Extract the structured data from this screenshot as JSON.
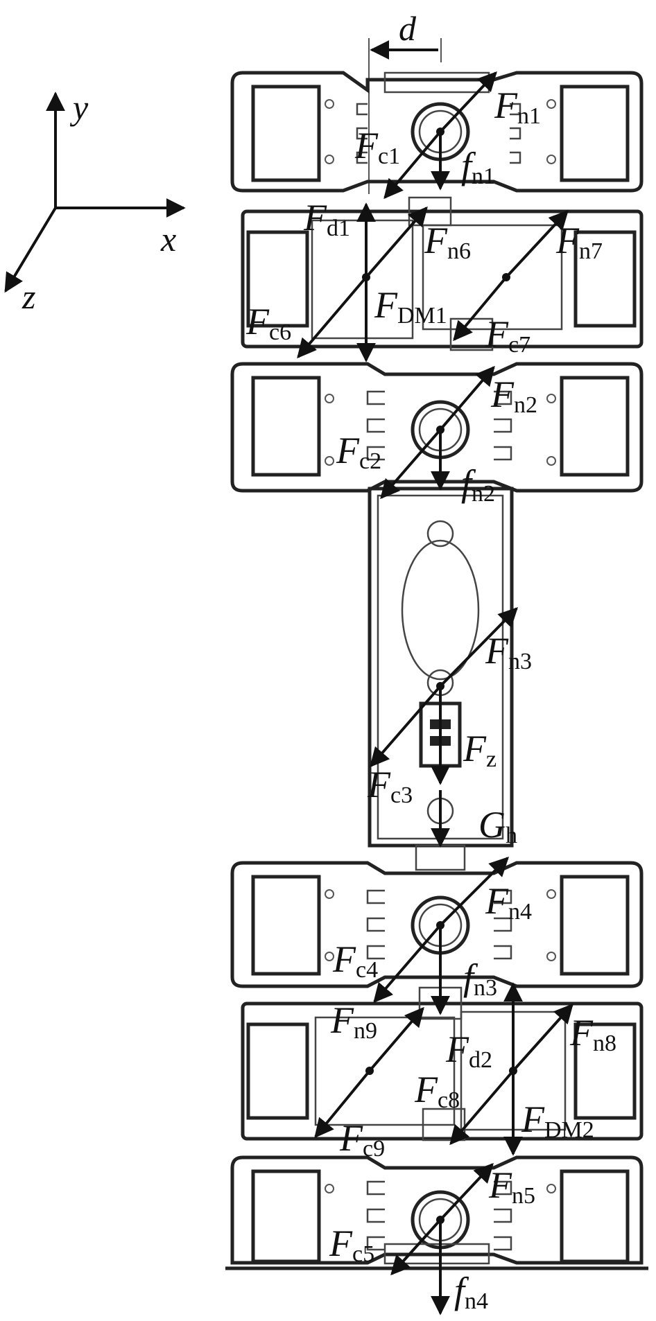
{
  "axes": {
    "x": "x",
    "y": "y",
    "z": "z"
  },
  "dimension": "d",
  "forces": [
    {
      "id": "Fn1",
      "base": "F",
      "sub": "n1"
    },
    {
      "id": "Fc1",
      "base": "F",
      "sub": "c1"
    },
    {
      "id": "fn1",
      "base": "f",
      "sub": "n1"
    },
    {
      "id": "Fd1",
      "base": "F",
      "sub": "d1"
    },
    {
      "id": "Fn6",
      "base": "F",
      "sub": "n6"
    },
    {
      "id": "Fn7",
      "base": "F",
      "sub": "n7"
    },
    {
      "id": "FDM1",
      "base": "F",
      "sub": "DM1"
    },
    {
      "id": "Fc6",
      "base": "F",
      "sub": "c6"
    },
    {
      "id": "Fc7",
      "base": "F",
      "sub": "c7"
    },
    {
      "id": "Fn2",
      "base": "F",
      "sub": "n2"
    },
    {
      "id": "Fc2",
      "base": "F",
      "sub": "c2"
    },
    {
      "id": "fn2",
      "base": "f",
      "sub": "n2"
    },
    {
      "id": "Fn3",
      "base": "F",
      "sub": "n3"
    },
    {
      "id": "Fz",
      "base": "F",
      "sub": "z"
    },
    {
      "id": "Fc3",
      "base": "F",
      "sub": "c3"
    },
    {
      "id": "Gh",
      "base": "G",
      "sub": "h"
    },
    {
      "id": "Fn4",
      "base": "F",
      "sub": "n4"
    },
    {
      "id": "Fc4",
      "base": "F",
      "sub": "c4"
    },
    {
      "id": "fn3",
      "base": "f",
      "sub": "n3"
    },
    {
      "id": "Fn9",
      "base": "F",
      "sub": "n9"
    },
    {
      "id": "Fd2",
      "base": "F",
      "sub": "d2"
    },
    {
      "id": "Fn8",
      "base": "F",
      "sub": "n8"
    },
    {
      "id": "Fc8",
      "base": "F",
      "sub": "c8"
    },
    {
      "id": "FDM2",
      "base": "F",
      "sub": "DM2"
    },
    {
      "id": "Fc9",
      "base": "F",
      "sub": "c9"
    },
    {
      "id": "Fn5",
      "base": "F",
      "sub": "n5"
    },
    {
      "id": "Fc5",
      "base": "F",
      "sub": "c5"
    },
    {
      "id": "fn4",
      "base": "f",
      "sub": "n4"
    }
  ]
}
